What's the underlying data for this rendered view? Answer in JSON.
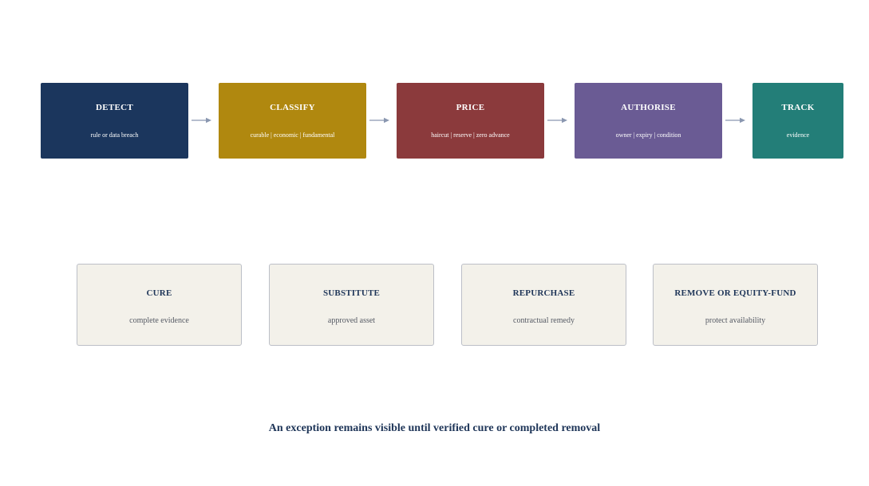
{
  "stages": [
    {
      "title": "DETECT",
      "description": "rule or data breach",
      "color": "#1b365d"
    },
    {
      "title": "CLASSIFY",
      "description": "curable | economic | fundamental",
      "color": "#b0880f"
    },
    {
      "title": "PRICE",
      "description": "haircut | reserve | zero advance",
      "color": "#8b3a3c"
    },
    {
      "title": "AUTHORISE",
      "description": "owner | expiry | condition",
      "color": "#6a5b94"
    },
    {
      "title": "TRACK",
      "description": "evidence",
      "color": "#237e78"
    }
  ],
  "options": [
    {
      "title": "CURE",
      "description": "complete evidence"
    },
    {
      "title": "SUBSTITUTE",
      "description": "approved asset"
    },
    {
      "title": "REPURCHASE",
      "description": "contractual remedy"
    },
    {
      "title": "REMOVE OR EQUITY-FUND",
      "description": "protect availability"
    }
  ],
  "footer_text": "An exception remains visible until verified cure or completed removal",
  "colors": {
    "arrow": "#8a97b0",
    "option_bg": "#f3f1ea",
    "option_border": "#bcbfc7",
    "heading": "#1e3558"
  }
}
